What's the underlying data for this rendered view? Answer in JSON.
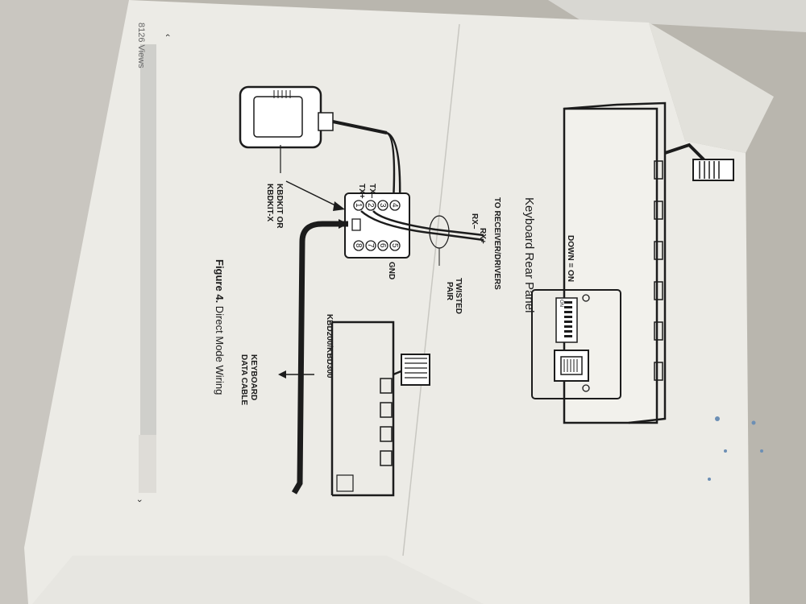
{
  "scroll_chevrons": {
    "prev": "‹",
    "next": "›"
  },
  "views_label": "8126 Views",
  "diagram": {
    "panel_title": "Keyboard Rear Panel",
    "down_on_label": "DOWN = ON",
    "dip_on_label": "ON",
    "to_receiver_label": "TO RECEIVER/DRIVERS",
    "rx_minus": "RX–",
    "rx_plus": "RX+",
    "tx_minus": "TX–",
    "tx_plus": "TX+",
    "gnd": "GND",
    "twisted_pair": [
      "TWISTED",
      "PAIR"
    ],
    "kbdkit": [
      "KBDKIT OR",
      "KBDKIT-X"
    ],
    "kbd_model": "KBD200/KBD300",
    "keyboard_cable": [
      "KEYBOARD",
      "DATA CABLE"
    ],
    "figure_bold": "Figure 4.",
    "figure_text": " Direct Mode Wiring",
    "pins": [
      "1",
      "2",
      "3",
      "4",
      "5",
      "6",
      "7",
      "8"
    ]
  },
  "colors": {
    "paper": "#ecebe6",
    "ink": "#1c1c1c",
    "background": "#b9b6ae"
  }
}
